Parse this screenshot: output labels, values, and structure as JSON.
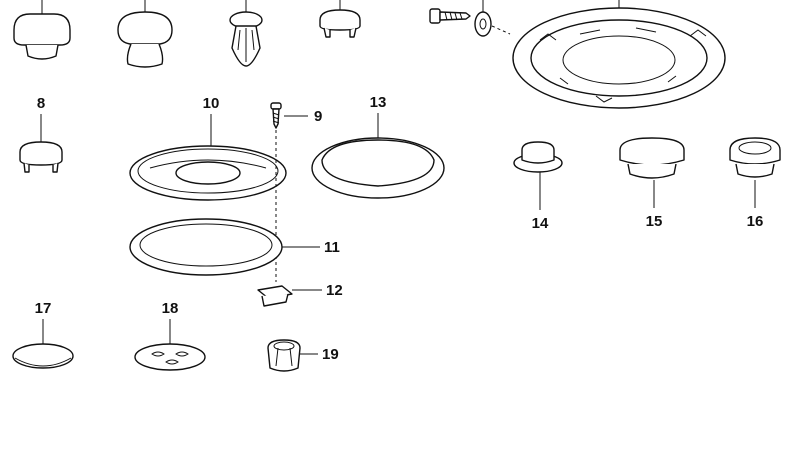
{
  "labels": {
    "l8": "8",
    "l9": "9",
    "l10": "10",
    "l11": "11",
    "l12": "12",
    "l13": "13",
    "l14": "14",
    "l15": "15",
    "l16": "16",
    "l17": "17",
    "l18": "18",
    "l19": "19"
  },
  "colors": {
    "ink": "#111111",
    "paper": "#ffffff"
  }
}
